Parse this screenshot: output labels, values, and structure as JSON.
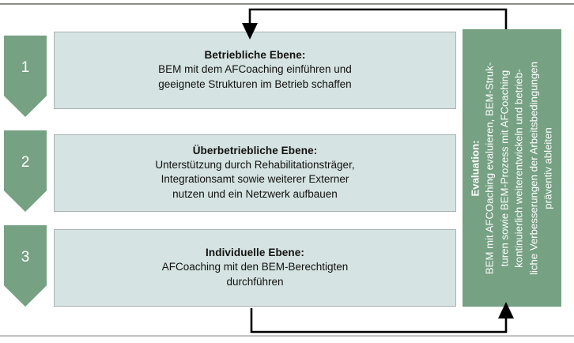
{
  "diagram": {
    "title_hidden": "",
    "colors": {
      "green": "#76a183",
      "box_fill": "#d5e3e2",
      "box_border": "#a9b2b1",
      "rule_top": "#8b8d89",
      "rule_bottom": "#c3c3c0",
      "text": "#12120f",
      "arrow": "#000000",
      "number_text": "#ffffff"
    },
    "steps": [
      {
        "number": "1",
        "title": "Betriebliche Ebene:",
        "body": "BEM mit dem AFCoaching einführen und\ngeeignete Strukturen im Betrieb schaffen"
      },
      {
        "number": "2",
        "title": "Überbetriebliche Ebene:",
        "body": "Unterstützung durch Rehabilitationsträger,\nIntegrationsamt sowie weiterer Externer\nnutzen und ein Netzwerk aufbauen"
      },
      {
        "number": "3",
        "title": "Individuelle Ebene:",
        "body": "AFCoaching mit den BEM-Berechtigten\ndurchführen"
      }
    ],
    "evaluation": {
      "title": "Evaluation:",
      "body": "BEM mit AFCOaching evaluieren, BEM-Struk-\nturen sowie BEM-Prozess mit AFCoaching\nkontinuierlich weiterentwickeln und betrieb-\nliche Verbesserungen der Arbeitsbedingungen\npräventiv ableiten"
    },
    "connectors": [
      {
        "name": "feedback-top",
        "from": "evaluation-panel",
        "to": "step-1-box",
        "direction": "down-into-step-1"
      },
      {
        "name": "feedback-bottom",
        "from": "step-3-box",
        "to": "evaluation-panel",
        "direction": "up-into-evaluation"
      }
    ]
  }
}
